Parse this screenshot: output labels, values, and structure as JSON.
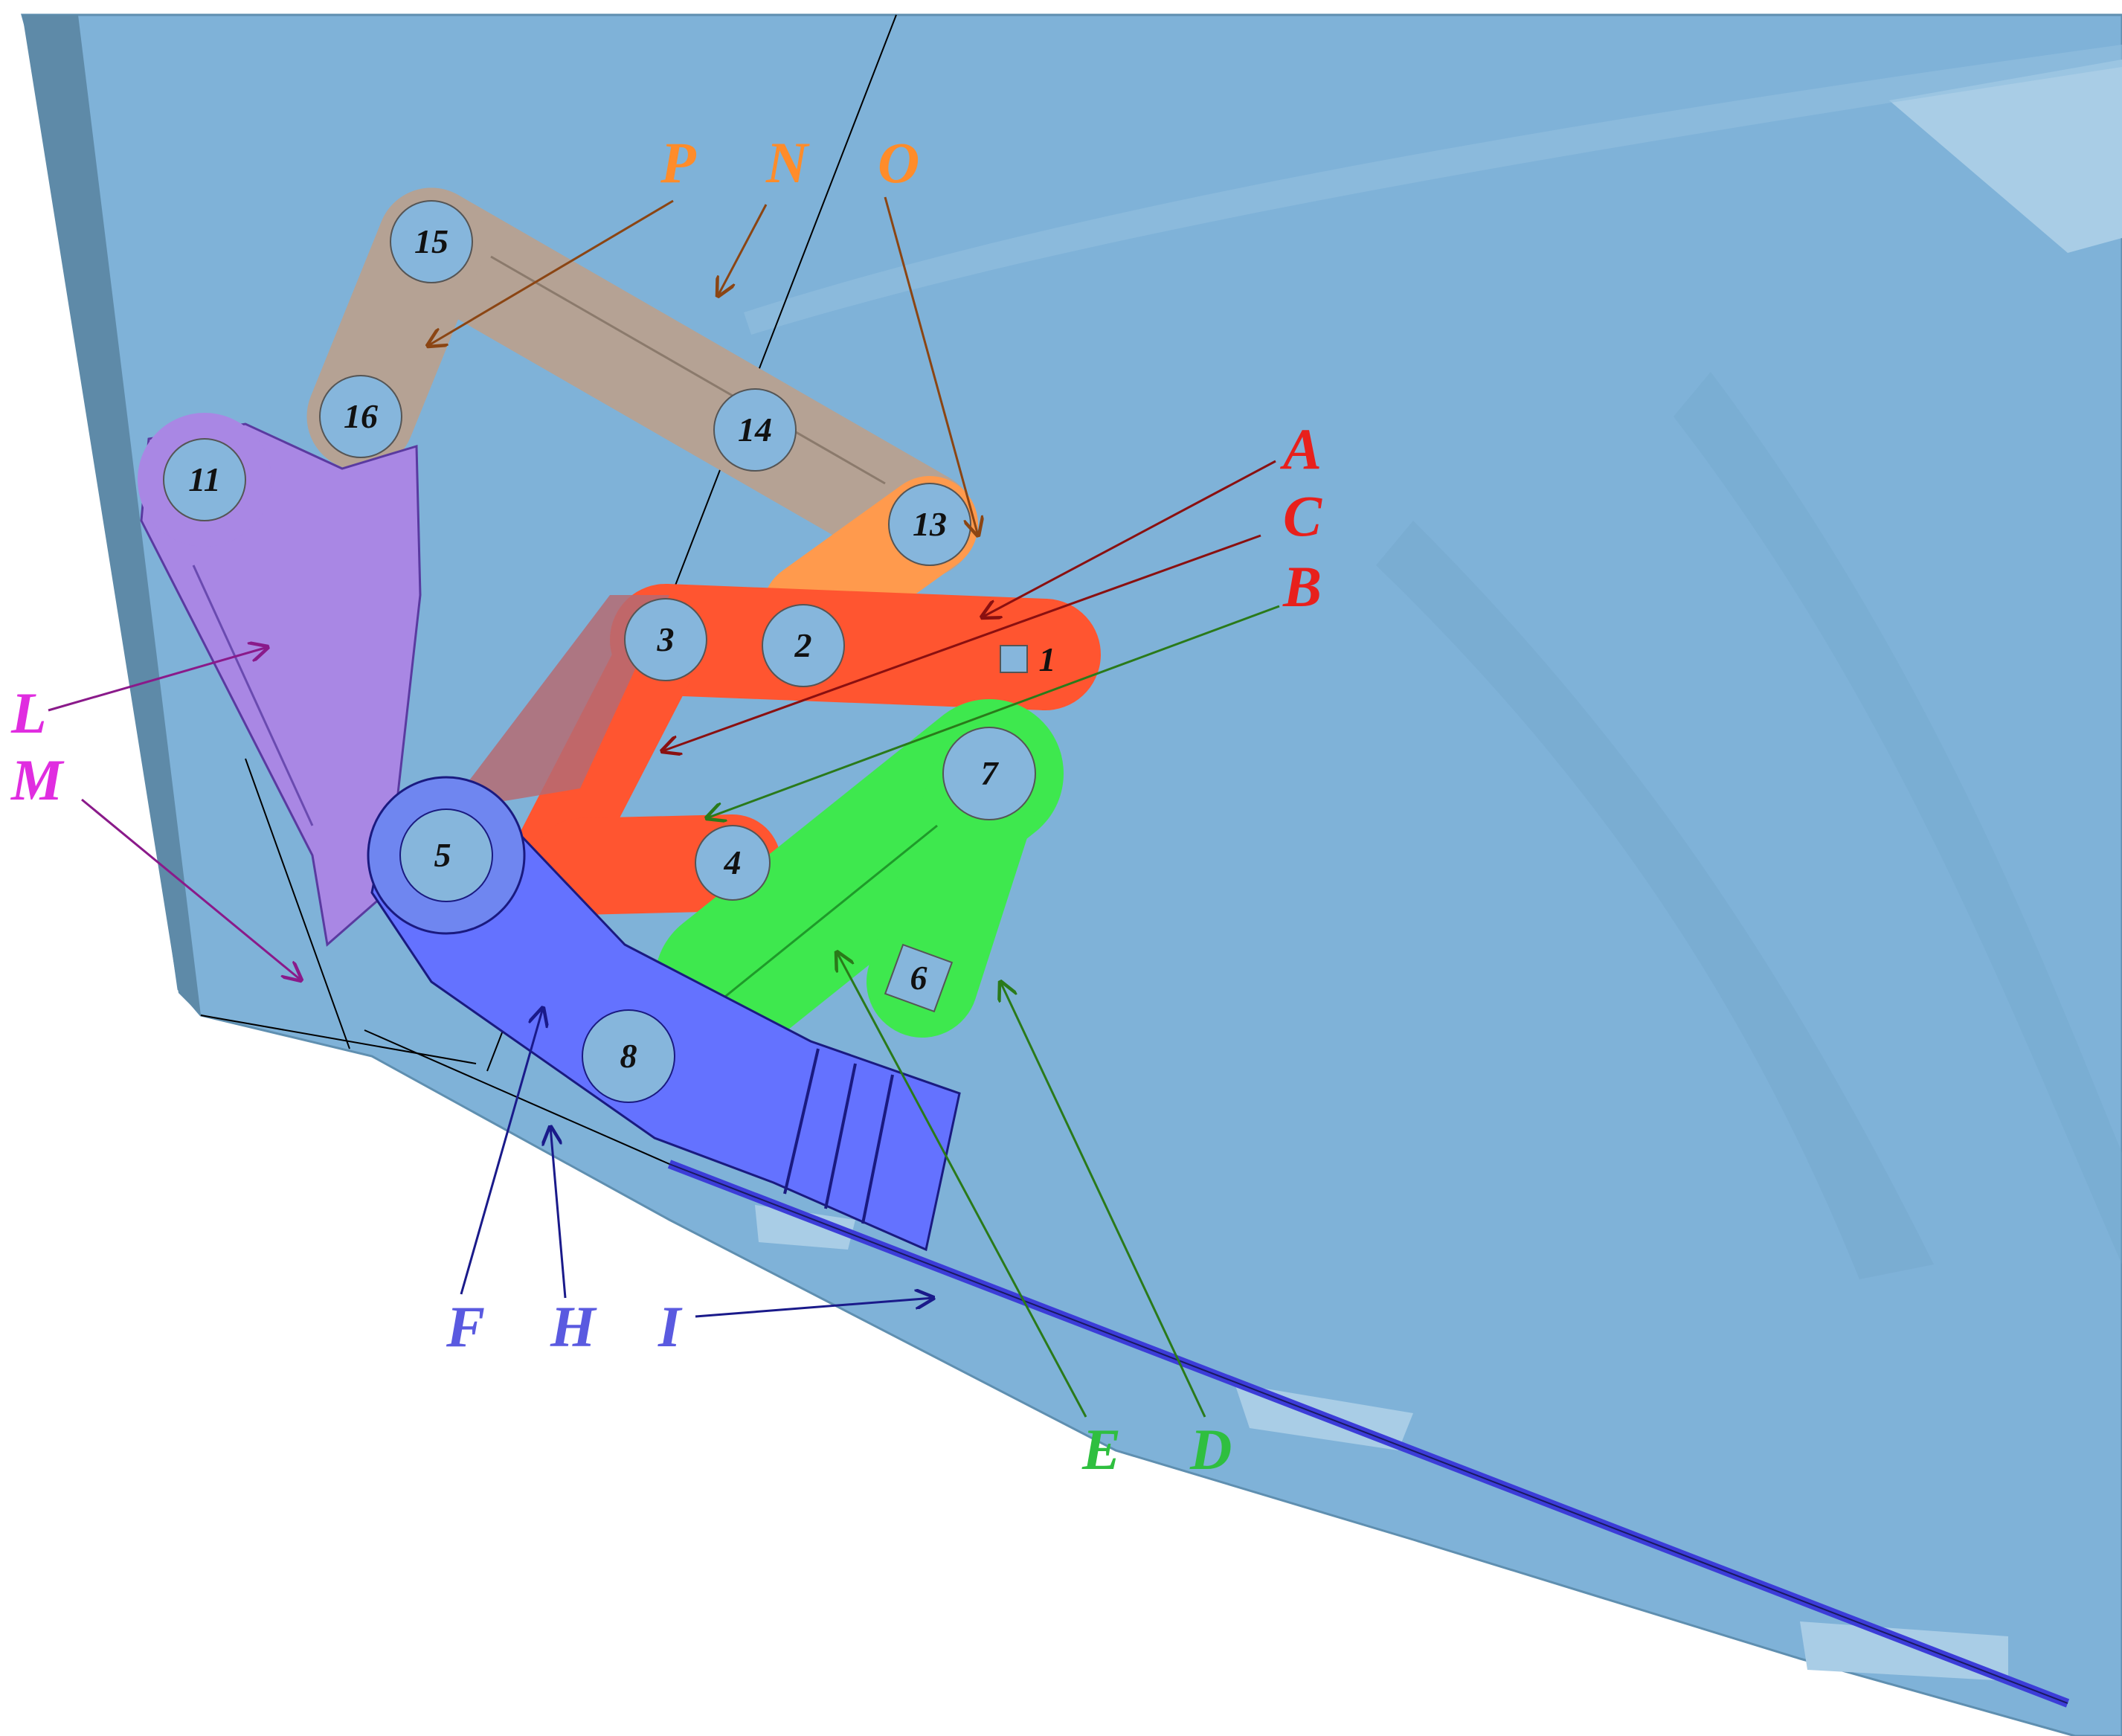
{
  "colors": {
    "background": "#ffffff",
    "glass_panel": "#7fb2d8",
    "glass_highlight": "#a9cde6",
    "panel_edge": "#5f8fb0",
    "link_tan": "#b5a294",
    "link_orange": "#ff9a4d",
    "link_red": "#ff5530",
    "link_green": "#3ee84e",
    "link_purple": "#a987e4",
    "link_blue": "#6472ff",
    "hole_fill": "#86b6dc",
    "label_red": "#e8201c",
    "label_orange": "#ff8c2a",
    "label_green": "#2fbf3f",
    "label_magenta": "#e02de0",
    "label_blue": "#5a5ae0",
    "arrow_darkred": "#8a1010",
    "arrow_brown": "#8b4513",
    "arrow_green": "#2a7a1a",
    "arrow_purple": "#8a1a8a",
    "arrow_navy": "#1a1a8a"
  },
  "hole_numbers": {
    "h1": "1",
    "h2": "2",
    "h3": "3",
    "h4": "4",
    "h5": "5",
    "h6": "6",
    "h7": "7",
    "h8": "8",
    "h11": "11",
    "h13": "13",
    "h14": "14",
    "h15": "15",
    "h16": "16"
  },
  "labels": {
    "A": "A",
    "B": "B",
    "C": "C",
    "D": "D",
    "E": "E",
    "F": "F",
    "H": "H",
    "I": "I",
    "L": "L",
    "M": "M",
    "N": "N",
    "O": "O",
    "P": "P"
  }
}
